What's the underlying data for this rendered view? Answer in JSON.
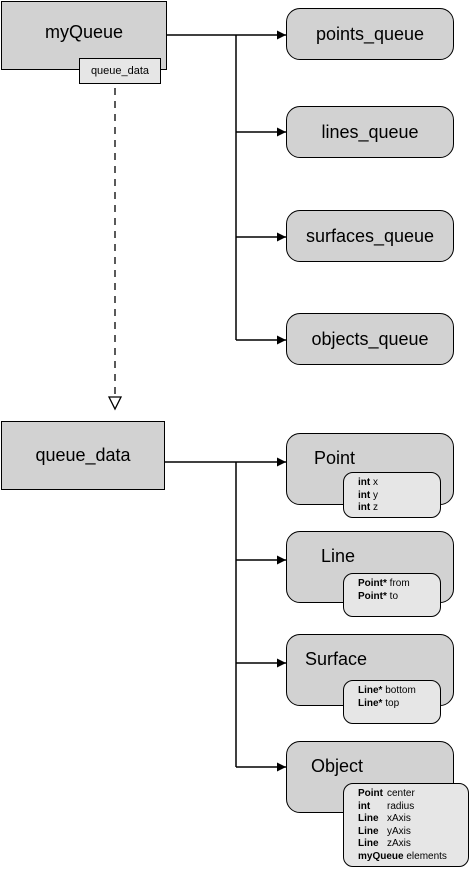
{
  "top": {
    "main_box": "myQueue",
    "member_tag": "queue_data",
    "queues": [
      "points_queue",
      "lines_queue",
      "surfaces_queue",
      "objects_queue"
    ]
  },
  "bottom": {
    "main_box": "queue_data",
    "classes": [
      {
        "name": "Point",
        "fields": [
          {
            "type": "int",
            "name": "x"
          },
          {
            "type": "int",
            "name": "y"
          },
          {
            "type": "int",
            "name": "z"
          }
        ]
      },
      {
        "name": "Line",
        "fields": [
          {
            "type": "Point*",
            "name": "from"
          },
          {
            "type": "Point*",
            "name": "to"
          }
        ]
      },
      {
        "name": "Surface",
        "fields": [
          {
            "type": "Line*",
            "name": "bottom"
          },
          {
            "type": "Line*",
            "name": "top"
          }
        ]
      },
      {
        "name": "Object",
        "fields": [
          {
            "type": "Point",
            "name": "center"
          },
          {
            "type": "int",
            "name": "radius"
          },
          {
            "type": "Line",
            "name": "xAxis"
          },
          {
            "type": "Line",
            "name": "yAxis"
          },
          {
            "type": "Line",
            "name": "zAxis"
          },
          {
            "type": "myQueue",
            "name": "elements"
          }
        ]
      }
    ]
  }
}
